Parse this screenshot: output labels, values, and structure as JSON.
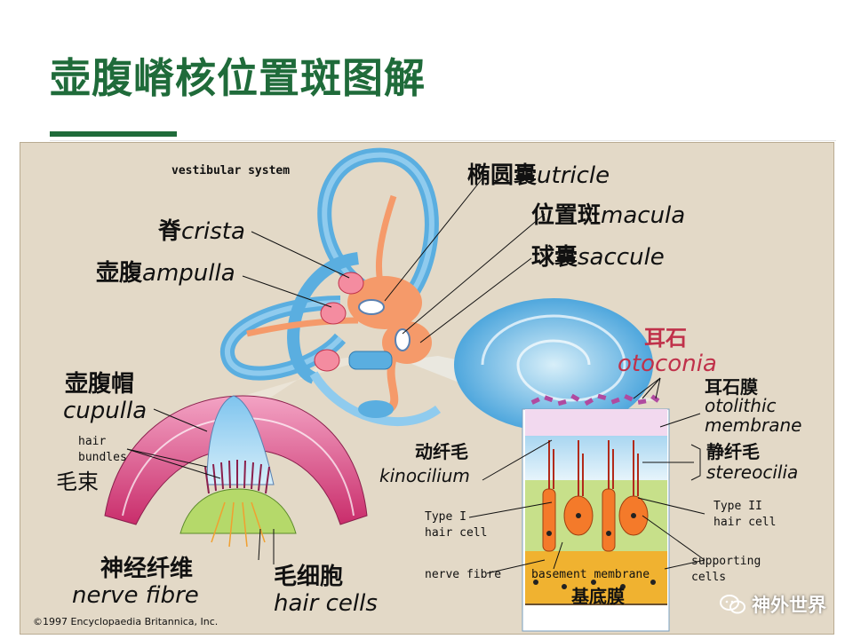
{
  "title": "壶腹嵴核位置斑图解",
  "figure": {
    "caption_top": "vestibular system",
    "copyright": "©1997 Encyclopaedia Britannica, Inc.",
    "labels": {
      "utricle_zh": "椭圆囊",
      "utricle_en": "utricle",
      "macula_zh": "位置斑",
      "macula_en": "macula",
      "saccule_zh": "球囊",
      "saccule_en": "saccule",
      "crista_zh": "脊",
      "crista_en": "crista",
      "ampulla_zh": "壶腹",
      "ampulla_en": "ampulla",
      "otoconia_zh": "耳石",
      "otoconia_en": "otoconia",
      "otolithic_zh": "耳石膜",
      "otolithic_en1": "otolithic",
      "otolithic_en2": "membrane",
      "stereocilia_zh": "静纤毛",
      "stereocilia_en": "stereocilia",
      "kinocilium_zh": "动纤毛",
      "kinocilium_en": "kinocilium",
      "type1_line1": "Type I",
      "type1_line2": "hair cell",
      "type2_line1": "Type II",
      "type2_line2": "hair cell",
      "nerve_fibre_small": "nerve fibre",
      "basement": "basement membrane",
      "basement_zh": "基底膜",
      "supporting_line1": "supporting",
      "supporting_line2": "cells",
      "cupula_zh": "壶腹帽",
      "cupula_en": "cupulla",
      "hair_bundles_line1": "hair",
      "hair_bundles_line2": "bundles",
      "hair_bundles_zh": "毛束",
      "nerve_fibre_zh": "神经纤维",
      "nerve_fibre_en": "nerve fibre",
      "hair_cells_zh": "毛细胞",
      "hair_cells_en": "hair cells"
    }
  },
  "watermark": "神外世界",
  "colors": {
    "title_green": "#1f6b3a",
    "otoconia_red": "#c0314a",
    "canal_blue": "#5aaee0",
    "endolymph_orange": "#f59a6a"
  }
}
